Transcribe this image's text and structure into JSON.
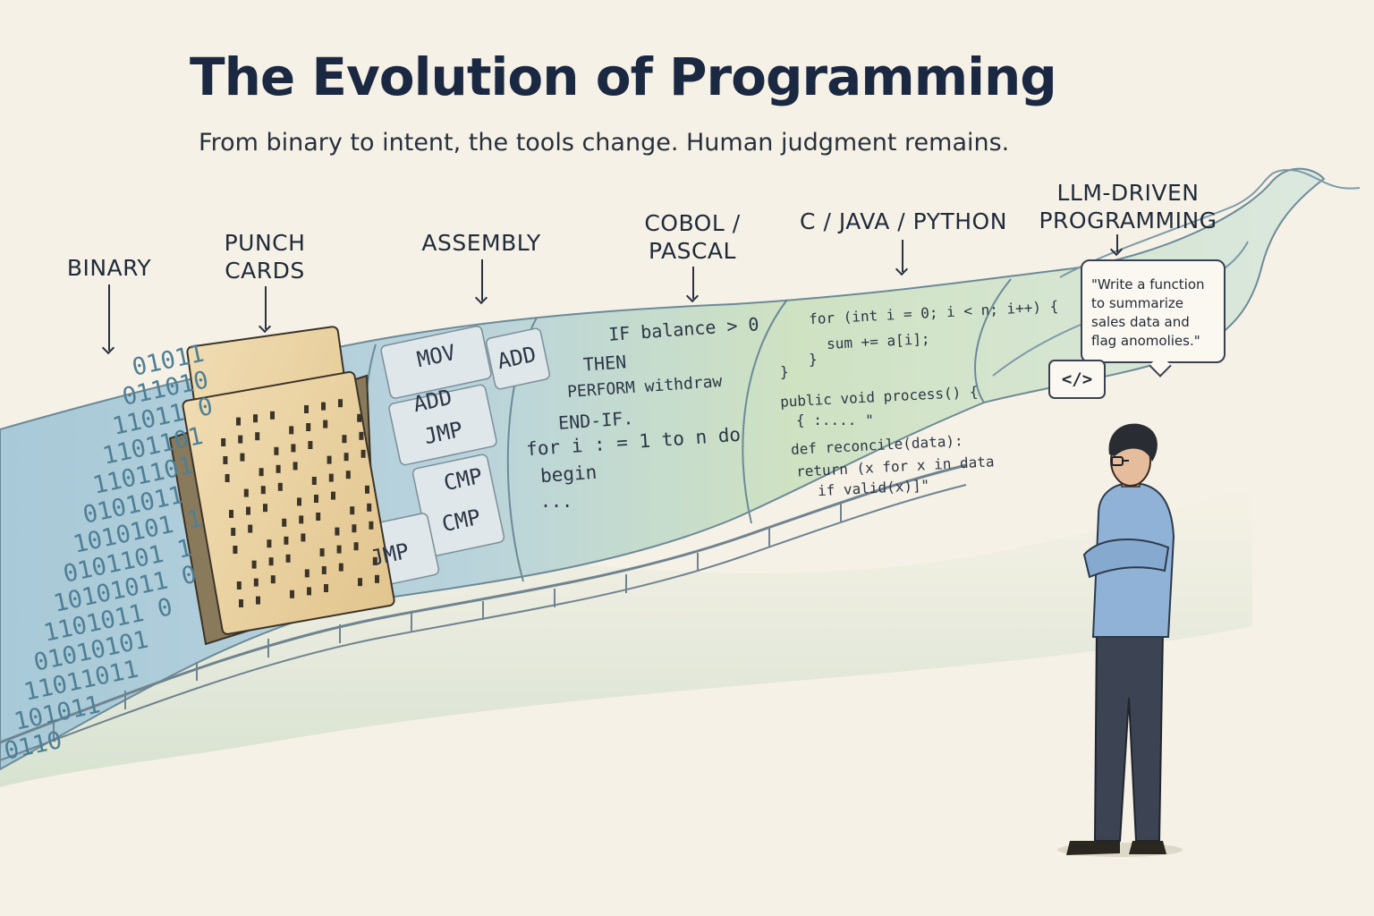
{
  "title": "The Evolution of Programming",
  "subtitle": "From binary to intent, the tools change. Human judgment remains.",
  "eras": {
    "binary": "BINARY",
    "punch_cards": "PUNCH\nCARDS",
    "assembly": "ASSEMBLY",
    "cobol_pascal": "COBOL /\nPASCAL",
    "c_java_python": "C / JAVA / PYTHON",
    "llm": "LLM-DRIVEN\nPROGRAMMING"
  },
  "binary_rows": [
    "01011",
    "011010",
    "11011 0",
    "1101101",
    "1101101",
    "0101011",
    "1010101 1",
    "0101101 1",
    "10101011 0",
    "1101011 0",
    "01010101",
    "11011011",
    "101011",
    "0110"
  ],
  "assembly_code": [
    "MOV",
    "ADD",
    "ADD",
    "JMP",
    "CMP",
    "CMP",
    "JMP"
  ],
  "cobol_code": [
    "IF balance > 0",
    "THEN",
    "PERFORM withdraw",
    "END-IF.",
    "for i : = 1 to n do",
    "begin",
    "..."
  ],
  "modern_code": [
    "for (int i = 0; i < n; i++) {",
    "sum += a[i];",
    "}",
    "}",
    "public void process() {",
    "{ :.... \"",
    "def reconcile(data):",
    "return (x for x in data",
    "if valid(x)]\""
  ],
  "prompt_text": "\"Write a function to summarize sales data and flag anomolies.\"",
  "code_icon": "</>",
  "colors": {
    "background": "#f6f1e6",
    "title": "#1b2842",
    "river_blue": "#a9cbd6",
    "river_green": "#bcd8a8",
    "card": "#ead3a6",
    "shirt": "#8fb2d6",
    "trousers": "#3c4454"
  }
}
